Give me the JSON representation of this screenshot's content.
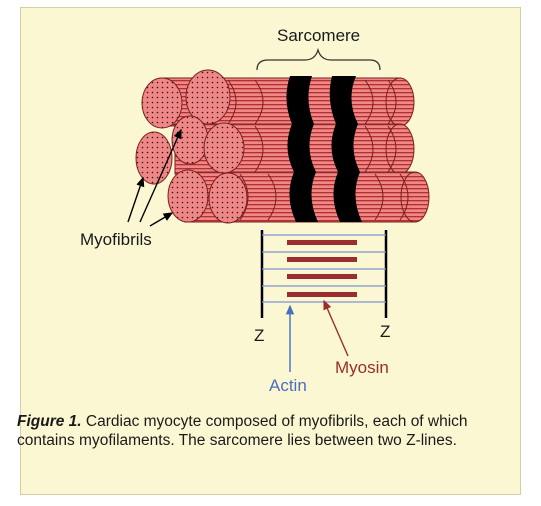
{
  "labels": {
    "sarcomere": "Sarcomere",
    "myofibrils": "Myofibrils",
    "z_left": "Z",
    "z_right": "Z",
    "actin": "Actin",
    "myosin": "Myosin"
  },
  "caption": {
    "figure_label": "Figure 1.",
    "text": "Cardiac myocyte composed of myofibrils, each of which contains myofilaments.  The sarcomere lies between two Z-lines."
  },
  "colors": {
    "panel_background": "#fbf7d2",
    "myofibril_fill": "#ef8787",
    "myofibril_stripe": "#b23030",
    "band": "#000000",
    "actin": "#4a6fc0",
    "actin_filament": "#7d94d6",
    "myosin": "#9a2d2d"
  }
}
